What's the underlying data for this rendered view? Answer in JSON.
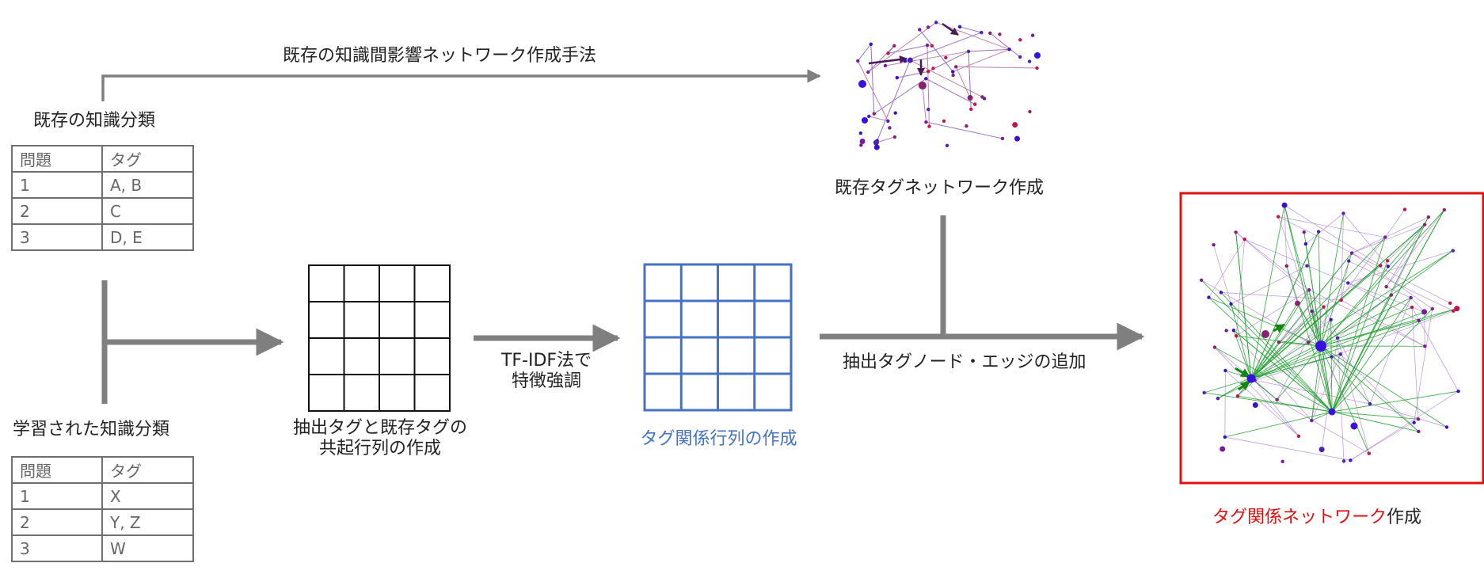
{
  "top_method": "既存の知識間影響ネットワーク作成手法",
  "existing": {
    "title": "既存の知識分類",
    "headers": [
      "問題",
      "タグ"
    ],
    "rows": [
      [
        "1",
        "A, B"
      ],
      [
        "2",
        "C"
      ],
      [
        "3",
        "D, E"
      ]
    ]
  },
  "learned": {
    "title": "学習された知識分類",
    "headers": [
      "問題",
      "タグ"
    ],
    "rows": [
      [
        "1",
        "X"
      ],
      [
        "2",
        "Y, Z"
      ],
      [
        "3",
        "W"
      ]
    ]
  },
  "cooccurrence_caption": [
    "抽出タグと既存タグの",
    "共起行列の作成"
  ],
  "tfidf_caption": [
    "TF-IDF法で",
    "特徴強調"
  ],
  "relation_matrix_caption": "タグ関係行列の作成",
  "existing_network_caption": "既存タグネットワーク作成",
  "add_caption": "抽出タグノード・エッジの追加",
  "final_caption_highlight": "タグ関係ネットワーク",
  "final_caption_rest": "作成",
  "colors": {
    "arrow": "#7f7f7f",
    "blue_matrix": "#4472c4",
    "red_frame": "#e01010",
    "black_grid": "#111111"
  }
}
